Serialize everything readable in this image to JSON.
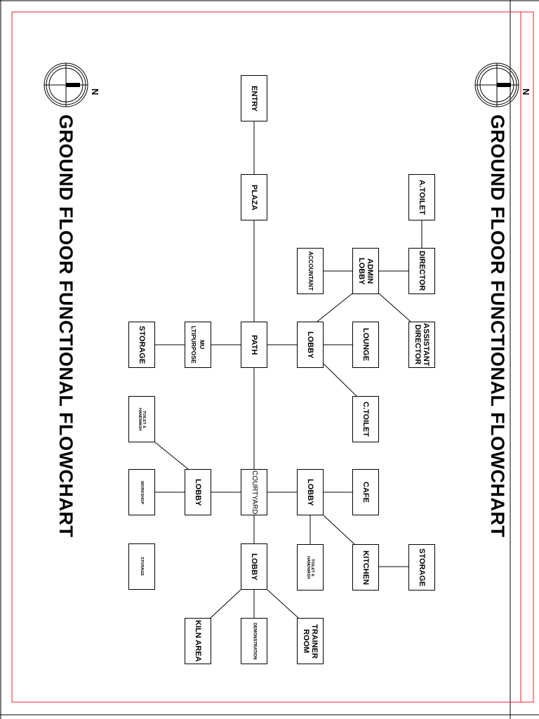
{
  "titles": {
    "left": "GROUND FLOOR FUNCTIONAL FLOWCHART",
    "right": "GROUND FLOOR FUNCTIONAL FLOWCHART"
  },
  "north_label": "N",
  "nodes": {
    "entry": "ENTRY",
    "plaza": "PLAZA",
    "path": "PATH",
    "multipurpose": "MU LTIPURPOSE",
    "storage_left": "STORAGE",
    "toilet_handwash_left": "TOILET &\nHANDWASH",
    "workshop": "WORKSHOP",
    "storage_small": "STORAGE",
    "lobby_left": "LOBBY",
    "courtyard": "COURTYARD",
    "lobby_bottom": "LOBBY",
    "kiln_area": "KILN AREA",
    "demonstration": "DEMONSTRATION",
    "trainer_room": "TRAINER\nROOM",
    "lobby_center": "LOBBY",
    "lounge": "LOUNGE",
    "c_toilet": "C.TOILET",
    "admin_lobby": "ADMIN\nLOBBY",
    "accountant": "ACCOUNTANT",
    "director": "DIRECTOR",
    "a_toilet": "A.TOILET",
    "assistant_director": "ASSISTANT\nDIRECTOR",
    "lobby_cafe": "LOBBY",
    "cafe": "CAFE",
    "kitchen": "KITCHEN",
    "storage_right": "STORAGE",
    "toilet_handwash_right": "TOILET &\nHANDWASH"
  },
  "colors": {
    "border": "#e8202a",
    "ink": "#000000"
  }
}
